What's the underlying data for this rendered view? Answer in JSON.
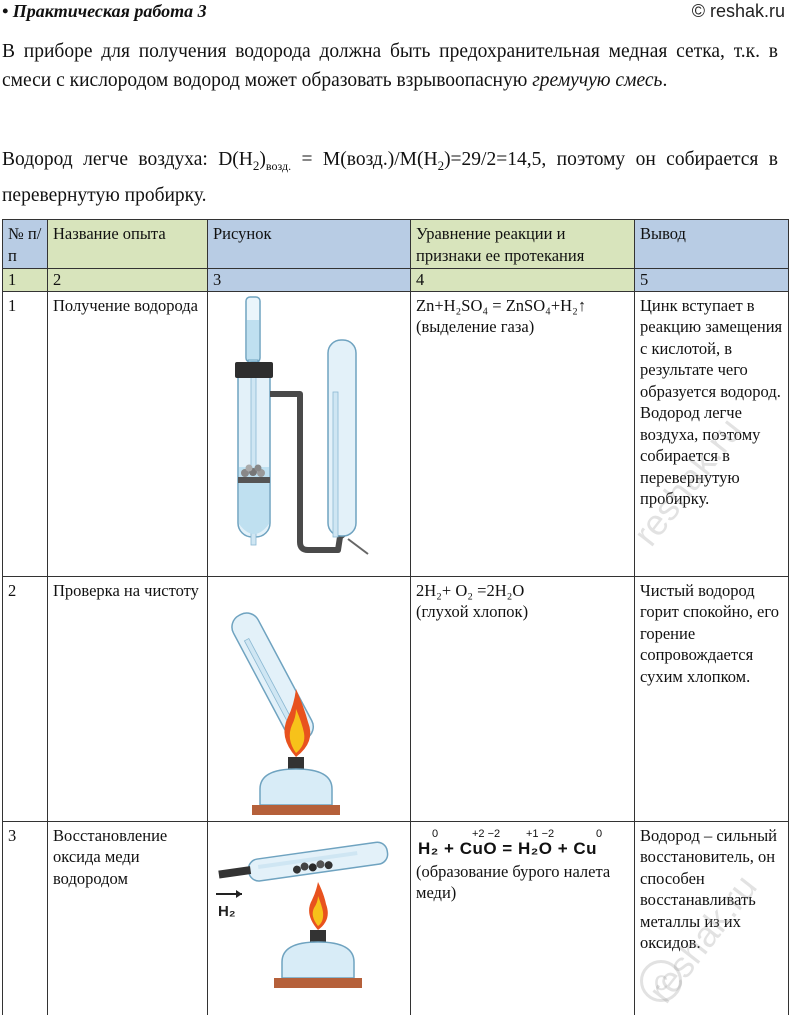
{
  "header": {
    "title": "• Практическая работа 3",
    "brand": "© reshak.ru"
  },
  "intro": {
    "p1_lead": "В приборе для получения водорода должна быть предохранительная медная сетка, т.к. в смеси с кислородом водород может образовать взрывоопасную ",
    "p1_emph": "гремучую смесь",
    "p1_tail": ".",
    "p2_a": "Водород легче воздуха: D(H",
    "p2_sub1": "2",
    "p2_subair": "возд.",
    "p2_b": " = M(возд.)/M(H",
    "p2_sub2": "2",
    "p2_c": ")=29/2=14,5, поэтому он собирается в перевернутую пробирку."
  },
  "table": {
    "headers": [
      "№ п/п",
      "Название опыта",
      "Рисунок",
      "Уравнение реакции и признаки ее протекания",
      "Вывод"
    ],
    "numbers": [
      "1",
      "2",
      "3",
      "4",
      "5"
    ],
    "rows": [
      {
        "num": "1",
        "name": "Получение водорода",
        "equation": "Zn+H₂SO₄ = ZnSO₄+H₂↑",
        "sign": "(выделение газа)",
        "conclusion": "Цинк вступает в реакцию замещения с кислотой, в результате чего образуется водород. Водород легче воздуха, поэтому собирается в перевернутую пробирку."
      },
      {
        "num": "2",
        "name": "Проверка на чистоту",
        "equation": "2H₂+ O₂ =2H₂O",
        "sign": "(глухой хлопок)",
        "conclusion": "Чистый водород горит спокойно, его горение сопровождается сухим хлопком."
      },
      {
        "num": "3",
        "name": "Восстановление оксида меди водородом",
        "equation": "H₂ + CuO = H₂O + Cu",
        "oxidation_states": [
          "0",
          "+2 −2",
          "+1 −2",
          "0"
        ],
        "sign": "(образование бурого налета меди)",
        "conclusion": "Водород – сильный восстановитель, он способен восстанавливать металлы из их оксидов.",
        "figure_label": "H₂"
      }
    ]
  },
  "colors": {
    "header_blue": "#b8cce4",
    "header_green": "#d8e4bc",
    "flame_outer": "#e8521e",
    "flame_inner": "#f7c21a",
    "glass": "#cfe6f3",
    "burner_base": "#b5603a"
  },
  "watermark": "reshak.ru"
}
